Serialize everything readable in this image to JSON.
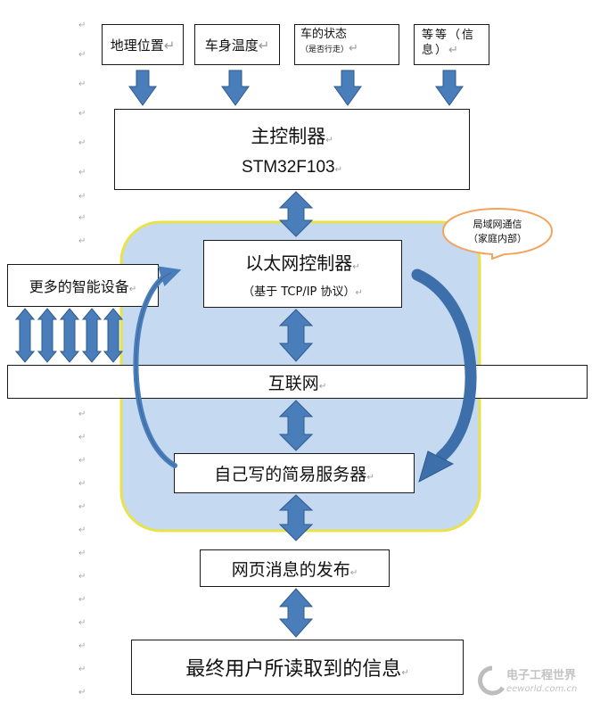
{
  "paragraph_mark": "↵",
  "inputs": [
    {
      "label": "地理位置",
      "note": ""
    },
    {
      "label": "车身温度",
      "note": ""
    },
    {
      "label": "车的状态",
      "note": "（是否行走）"
    },
    {
      "label": "等等（信息）",
      "note": ""
    }
  ],
  "main_controller": {
    "title": "主控制器",
    "chip": "STM32F103"
  },
  "ethernet_controller": {
    "title": "以太网控制器",
    "subtitle": "（基于 TCP/IP 协议）"
  },
  "lan_bubble": {
    "line1": "局域网通信",
    "line2": "（家庭内部）"
  },
  "smart_devices": {
    "label": "更多的智能设备"
  },
  "internet": {
    "label": "互联网"
  },
  "server": {
    "label": "自己写的简易服务器"
  },
  "publish": {
    "label": "网页消息的发布"
  },
  "end_user": {
    "label": "最终用户所读取到的信息"
  },
  "watermark": {
    "brand": "电子工程世界",
    "url": "eeworld.com.cn"
  },
  "colors": {
    "arrow_fill": "#4a7ebb",
    "arrow_stroke": "#2f5a8e",
    "lan_region": "#c5d9f1",
    "lan_border": "#e8e34a",
    "bubble_border": "#f3a35e"
  }
}
